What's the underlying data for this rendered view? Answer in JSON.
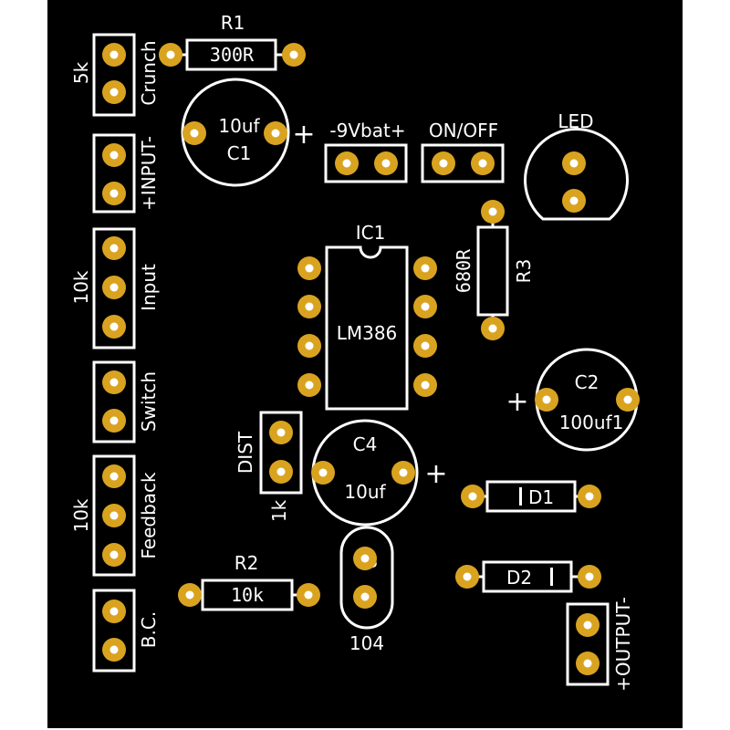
{
  "board": {
    "background_color": "#000000",
    "silkscreen_color": "#ffffff",
    "pad_color": "#d9a320",
    "labels": {
      "pot_5k": "5k",
      "crunch": "Crunch",
      "input_jack": "+INPUT-",
      "pot_10k_input": "10k",
      "input": "Input",
      "switch": "Switch",
      "pot_10k_feedback": "10k",
      "feedback": "Feedback",
      "bc": "B.C.",
      "r1_ref": "R1",
      "r1_value": "300R",
      "c1_value": "10uf",
      "c1_ref": "C1",
      "c1_plus": "+",
      "battery": "-9Vbat+",
      "on_off": "ON/OFF",
      "led": "LED",
      "ic1_ref": "IC1",
      "ic1_value": "LM386",
      "r3_value": "680R",
      "r3_ref": "R3",
      "c2_ref": "C2",
      "c2_value": "100uf1",
      "c2_plus": "+",
      "dist": "DIST",
      "dist_value": "1k",
      "c4_ref": "C4",
      "c4_value": "10uf",
      "c4_plus": "+",
      "d1_ref": "D1",
      "d2_ref": "D2",
      "r2_ref": "R2",
      "r2_value": "10k",
      "c3_ref": "C3",
      "c3_value": "104",
      "output": "+OUTPUT-"
    }
  }
}
